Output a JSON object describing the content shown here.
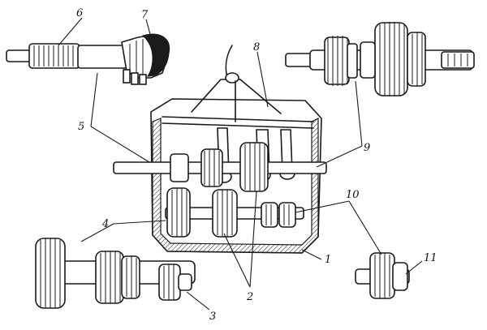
{
  "diagram": {
    "callouts": [
      {
        "id": "c1",
        "label": "1"
      },
      {
        "id": "c2",
        "label": "2"
      },
      {
        "id": "c3",
        "label": "3"
      },
      {
        "id": "c4",
        "label": "4"
      },
      {
        "id": "c5",
        "label": "5"
      },
      {
        "id": "c6",
        "label": "6"
      },
      {
        "id": "c7",
        "label": "7"
      },
      {
        "id": "c8",
        "label": "8"
      },
      {
        "id": "c9",
        "label": "9"
      },
      {
        "id": "c10",
        "label": "10"
      },
      {
        "id": "c11",
        "label": "11"
      }
    ],
    "colors": {
      "ink": "#1a1a1a",
      "background": "#ffffff"
    }
  }
}
